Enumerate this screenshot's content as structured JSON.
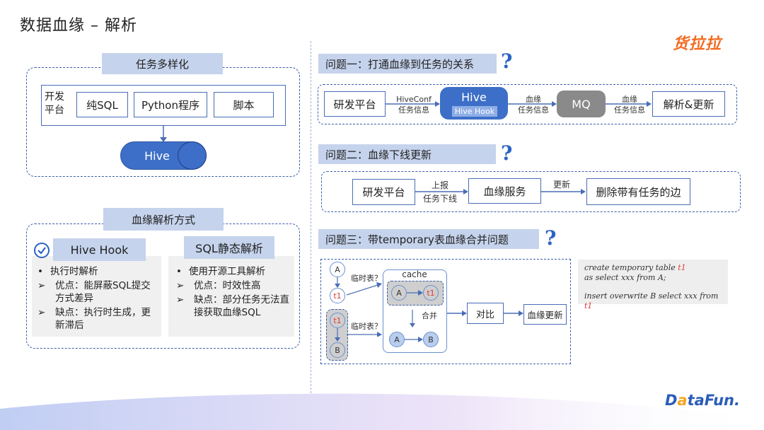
{
  "header": {
    "title": "数据血缘 – 解析",
    "brand": "货拉拉"
  },
  "left": {
    "section1": {
      "label": "任务多样化",
      "platform_label": "开发\n平台",
      "items": [
        "纯SQL",
        "Python程序",
        "脚本"
      ],
      "engine": "Hive"
    },
    "section2": {
      "label": "血缘解析方式",
      "hook": {
        "title": "Hive Hook",
        "bullets": [
          {
            "marker": "•",
            "text": "执行时解析"
          },
          {
            "marker": "➢",
            "text": "优点：能屏蔽SQL提交方式差异"
          },
          {
            "marker": "➢",
            "text": "缺点：执行时生成，更新滞后"
          }
        ]
      },
      "static": {
        "title": "SQL静态解析",
        "bullets": [
          {
            "marker": "•",
            "text": "使用开源工具解析"
          },
          {
            "marker": "➢",
            "text": "优点：时效性高"
          },
          {
            "marker": "➢",
            "text": "缺点：部分任务无法直接获取血缘SQL"
          }
        ]
      }
    }
  },
  "right": {
    "q1": {
      "label": "问题一：打通血缘到任务的关系",
      "mark": "?",
      "nodes": {
        "platform": "研发平台",
        "hive": "Hive",
        "hive_hook": "Hive Hook",
        "mq": "MQ",
        "parse": "解析&更新"
      },
      "edges": {
        "e1_top": "HiveConf",
        "e1_bottom": "任务信息",
        "e2_top": "血缘",
        "e2_bottom": "任务信息",
        "e3_top": "血缘",
        "e3_bottom": "任务信息"
      }
    },
    "q2": {
      "label": "问题二：血缘下线更新",
      "mark": "?",
      "nodes": {
        "platform": "研发平台",
        "service": "血缘服务",
        "delete": "删除带有任务的边"
      },
      "edges": {
        "e1_top": "上报",
        "e1_bottom": "任务下线",
        "e2_top": "更新"
      }
    },
    "q3": {
      "label": "问题三：带temporary表血缘合并问题",
      "mark": "?",
      "nodes": {
        "a": "A",
        "t1": "t1",
        "b": "B",
        "cache": "cache",
        "compare": "对比",
        "update": "血缘更新"
      },
      "edges": {
        "temp1": "临时表？",
        "temp2": "临时表？",
        "merge": "合并"
      },
      "code": {
        "l1_pre": "create temporary table ",
        "l1_red": "t1",
        "l2": "as select xxx from A;",
        "l3_pre": "insert overwrite B select xxx from ",
        "l3_red": "t1"
      }
    }
  },
  "footer": {
    "brand_pre": "D",
    "brand_o": "a",
    "brand_post": "taFun."
  },
  "colors": {
    "accent": "#2b63c6",
    "panel_border": "#3b5ea8",
    "label_bg": "#c5d3ec",
    "hive_fill": "#3d6fc8",
    "mq_fill": "#8a8a8a",
    "temp_red": "#e23b3b",
    "brand_orange": "#f26b21"
  }
}
